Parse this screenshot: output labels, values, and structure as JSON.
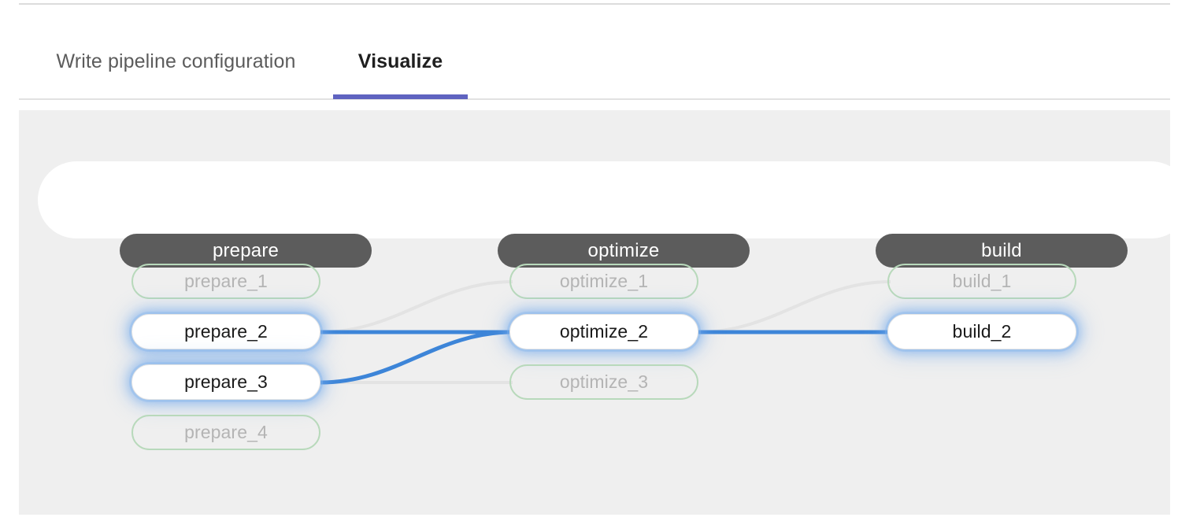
{
  "tabs": [
    {
      "label": "Write pipeline configuration",
      "active": false
    },
    {
      "label": "Visualize",
      "active": true
    }
  ],
  "colors": {
    "active_tab_underline": "#5f63c0",
    "canvas_background": "#efefef",
    "stage_pill_background": "#5c5c5c",
    "node_dim_border": "#b8d9bb",
    "node_dim_text": "#b4b4b4",
    "edge_active": "#3d85d8",
    "edge_inactive": "#e0e0e0",
    "node_glow": "#6ea5eb"
  },
  "pipeline": {
    "stages": [
      {
        "name": "prepare"
      },
      {
        "name": "optimize"
      },
      {
        "name": "build"
      }
    ],
    "jobs": {
      "prepare": [
        {
          "name": "prepare_1",
          "highlighted": false
        },
        {
          "name": "prepare_2",
          "highlighted": true
        },
        {
          "name": "prepare_3",
          "highlighted": true
        },
        {
          "name": "prepare_4",
          "highlighted": false
        }
      ],
      "optimize": [
        {
          "name": "optimize_1",
          "highlighted": false
        },
        {
          "name": "optimize_2",
          "highlighted": true
        },
        {
          "name": "optimize_3",
          "highlighted": false
        }
      ],
      "build": [
        {
          "name": "build_1",
          "highlighted": false
        },
        {
          "name": "build_2",
          "highlighted": true
        }
      ]
    },
    "links": [
      {
        "from": "prepare_2",
        "to": "optimize_1",
        "highlighted": false
      },
      {
        "from": "prepare_2",
        "to": "optimize_2",
        "highlighted": true
      },
      {
        "from": "prepare_3",
        "to": "optimize_2",
        "highlighted": true
      },
      {
        "from": "prepare_3",
        "to": "optimize_3",
        "highlighted": false
      },
      {
        "from": "optimize_2",
        "to": "build_1",
        "highlighted": false
      },
      {
        "from": "optimize_2",
        "to": "build_2",
        "highlighted": true
      }
    ]
  }
}
